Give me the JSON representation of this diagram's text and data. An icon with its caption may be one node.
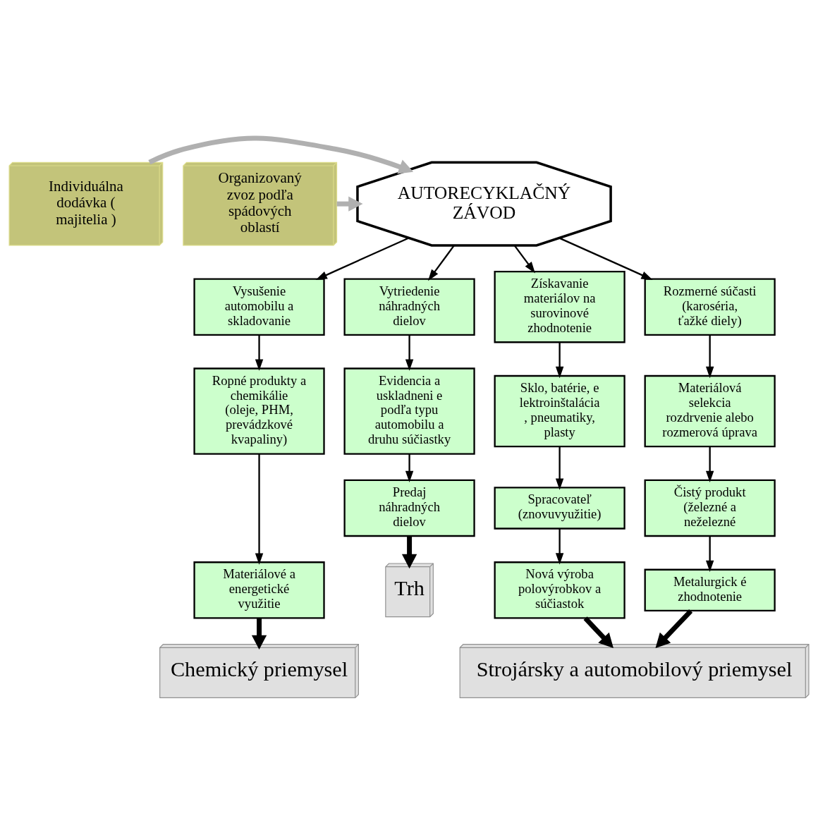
{
  "diagram": {
    "nodes": [
      {
        "text": [
          "Individuálna dodávka ( majitelia )"
        ]
      },
      {
        "text": [
          "AUTORECYKLAČNÝ ZÁVOD"
        ]
      },
      {
        "text": [
          "Organizovaný zvoz podľa spádových oblastí"
        ]
      },
      {
        "text": [
          "Vysušenie automobilu a skladovanie"
        ]
      },
      {
        "text": [
          "Vytriedenie náhradných dielov"
        ]
      },
      {
        "text": [
          "Získavanie materiálov na surovinové zhodnotenie"
        ]
      },
      {
        "text": [
          "Rozmerné súčasti (karoséria, ťažké diely)"
        ]
      },
      {
        "text": [
          "Ropné produkty a chemikálie (oleje, PHM, prevádzkové kvapaliny)"
        ]
      },
      {
        "text": [
          "Evidencia a uskladneni e podľa typu automobilu a druhu súčiastky"
        ]
      },
      {
        "text": [
          "Sklo, batérie, elektroinštalácia, pneumatiky, plasty"
        ]
      },
      {
        "text": [
          "Materiálová selekcia rozdrvenie alebo rozmerová úprava"
        ]
      },
      {
        "text": [
          "Materiálové a energetické využitie"
        ]
      },
      {
        "text": [
          "Predaj náhradných dielov"
        ]
      },
      {
        "text": [
          "Spracovateľ (znovuvyužitie)"
        ]
      },
      {
        "text": [
          "Čistý produkt (železné a neželezné"
        ]
      },
      {
        "text": [
          "Nová výroba polovýrobkov a súčiastok"
        ]
      },
      {
        "text": [
          "Metalurgick é zhodnotenie"
        ]
      },
      {
        "text": [
          "Trh"
        ]
      },
      {
        "text": [
          "Chemický priemysel"
        ]
      },
      {
        "text": [
          "Strojársky a automobilový priemysel"
        ]
      }
    ],
    "edges": [
      {
        "from": 0,
        "to": 1,
        "arrow": "to",
        "style": "thick",
        "color": "#b0b0b0"
      },
      {
        "from": 2,
        "to": 1,
        "arrow": "to",
        "style": "thick",
        "color": "#b0b0b0"
      },
      {
        "from": 1,
        "to": 3,
        "arrow": "to"
      },
      {
        "from": 1,
        "to": 4,
        "arrow": "to"
      },
      {
        "from": 1,
        "to": 5,
        "arrow": "to"
      },
      {
        "from": 1,
        "to": 6,
        "arrow": "to"
      },
      {
        "from": 3,
        "to": 7,
        "arrow": "to"
      },
      {
        "from": 7,
        "to": 11,
        "arrow": "to"
      },
      {
        "from": 11,
        "to": 18,
        "arrow": "to",
        "style": "thick"
      },
      {
        "from": 4,
        "to": 8,
        "arrow": "to"
      },
      {
        "from": 8,
        "to": 12,
        "arrow": "to"
      },
      {
        "from": 12,
        "to": 17,
        "arrow": "to",
        "style": "thick"
      },
      {
        "from": 5,
        "to": 9,
        "arrow": "to"
      },
      {
        "from": 9,
        "to": 13,
        "arrow": "to"
      },
      {
        "from": 13,
        "to": 15,
        "arrow": "to"
      },
      {
        "from": 15,
        "to": 19,
        "arrow": "to",
        "style": "thick"
      },
      {
        "from": 6,
        "to": 10,
        "arrow": "to"
      },
      {
        "from": 10,
        "to": 14,
        "arrow": "to"
      },
      {
        "from": 14,
        "to": 16,
        "arrow": "to"
      },
      {
        "from": 16,
        "to": 19,
        "arrow": "to",
        "style": "thick"
      }
    ]
  }
}
